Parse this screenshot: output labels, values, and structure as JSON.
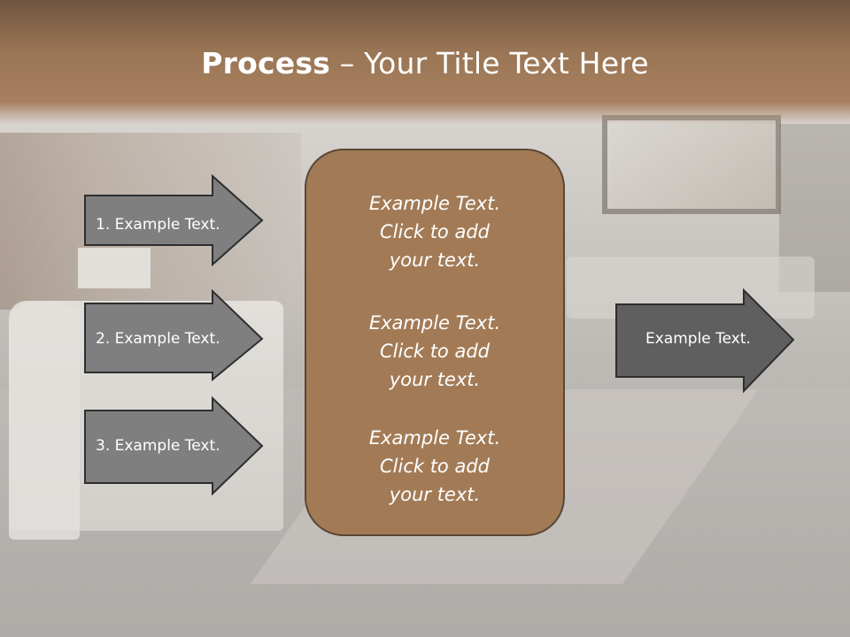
{
  "slide": {
    "title_bold": "Process",
    "title_rest": " – Your Title Text Here",
    "input_arrows": [
      {
        "label": "1. Example Text."
      },
      {
        "label": "2. Example Text."
      },
      {
        "label": "3. Example Text."
      }
    ],
    "center_blocks": [
      {
        "line1": "Example Text.",
        "line2": "Click  to add",
        "line3": "your text."
      },
      {
        "line1": "Example Text.",
        "line2": "Click  to add",
        "line3": "your text."
      },
      {
        "line1": "Example Text.",
        "line2": "Click  to add",
        "line3": "your text."
      }
    ],
    "output_arrow": {
      "label": "Example Text."
    }
  },
  "colors": {
    "header_brown": "#9a7655",
    "center_box_fill": "#a27b56",
    "input_arrow_fill": "#7f7f7f",
    "output_arrow_fill": "#5f5f5f",
    "arrow_stroke": "#2e2e2e"
  }
}
